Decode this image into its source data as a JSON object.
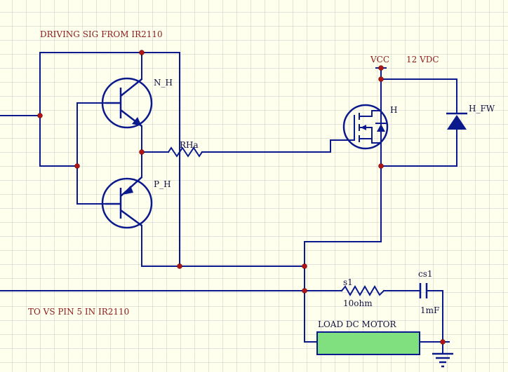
{
  "labels": {
    "driving_sig": "DRIVING SIG FROM IR2110",
    "to_vs_pin": "TO VS PIN 5 IN IR2110",
    "n_h": "N_H",
    "p_h": "P_H",
    "rha": "RHa",
    "vcc": "VCC",
    "vdc": "12 VDC",
    "mosfet": "H",
    "diode": "H_FW",
    "s1": "s1",
    "s1_value": "10ohm",
    "cs1": "cs1",
    "cs1_value": "1mF",
    "load": "LOAD DC MOTOR"
  },
  "colors": {
    "background": "#ffffee",
    "grid": "#c9c9c9",
    "wire": "#0a1a8c",
    "junction": "#b01515",
    "text": "#8b1a1a",
    "load_fill": "#80e080"
  },
  "icons": {
    "npn": "npn-transistor-icon",
    "pnp": "pnp-transistor-icon",
    "mosfet": "n-channel-mosfet-icon",
    "diode": "diode-icon",
    "resistor": "resistor-icon",
    "capacitor": "capacitor-icon",
    "ground": "ground-icon",
    "motor": "dc-motor-load-icon"
  }
}
